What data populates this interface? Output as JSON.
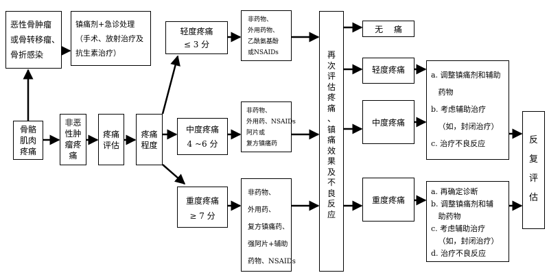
{
  "nodes": {
    "malignant": "恶性骨肿瘤\n或骨转移瘤、\n骨折感染",
    "analgesic_emergency": "镇痛剂+急诊处理\n（手术、放射治疗及\n抗生素治疗）",
    "musculoskeletal_pain": "骨骼\n肌肉\n疼痛",
    "non_malignant": "非恶\n性肿\n瘤疼\n痛",
    "pain_assessment": "疼痛\n评估",
    "pain_degree": "疼痛\n程度",
    "mild": "轻度疼痛\n≤ 3 分",
    "moderate": "中度疼痛\n4 ~6 分",
    "severe": "重度疼痛\n≥ 7 分",
    "mild_treatment": "非药物、\n外用药物、\n乙酰氨基酚\n或NSAIDs",
    "moderate_treatment": "非药物、\n外用药、NSAIDs\n阿片或\n复方镇痛药",
    "severe_treatment": "非药物、\n外用药、\n复方镇痛药、\n强阿片+辅助\n药物、NSAIDs",
    "reassess": "再\n次\n评\n估\n疼\n痛\n、\n镇\n痛\n效\n果\n及\n不\n良\n反\n应",
    "none": "无　 痛",
    "result_mild": "轻度疼痛",
    "result_moderate": "中度疼痛",
    "result_severe": "重度疼痛",
    "action_moderate": "a. 调整镇痛剂和辅助\n   药物\nb. 考虑辅助治疗\n   （如，封闭治疗）\nc. 治疗不良反应",
    "action_severe": "a. 再确定诊断\nb. 调整镇痛剂和辅\n   助药物\nc. 考虑辅助治疗\n   （如，封闭治疗）\nd. 治疗不良反应",
    "repeat_assess": "反\n复\n评\n估"
  }
}
